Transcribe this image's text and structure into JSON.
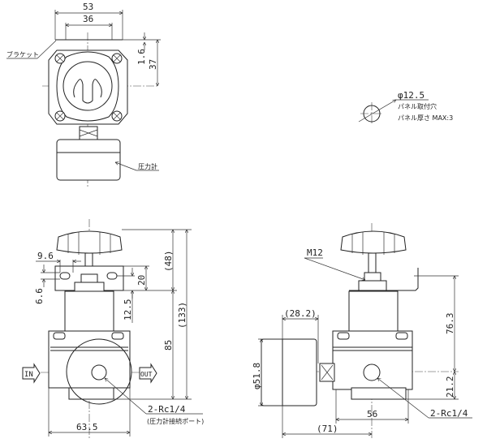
{
  "title": "Precision regulator dimensional drawing",
  "top_view": {
    "dim_width": "53",
    "dim_bracket_holes": "36",
    "dim_thickness": "1.6",
    "dim_center": "37",
    "label_bracket": "ブラケット",
    "label_gauge": "圧力計"
  },
  "panel_hole": {
    "diameter": "φ12.5",
    "label_hole": "パネル取付穴",
    "label_thickness": "パネル厚さ MAX:3"
  },
  "front_view": {
    "dim_slot_width": "9.6",
    "dim_slot_height": "6.6",
    "dim_bracket_height": "20",
    "dim_12_5": "12.5",
    "dim_48": "(48)",
    "dim_133": "(133)",
    "dim_85": "85",
    "dim_width": "63.5",
    "in_label": "IN",
    "out_label": "OUT",
    "port_label": "2-Rc1/4",
    "port_note": "(圧力計接続ポート)"
  },
  "side_view": {
    "thread_label": "M12",
    "dim_gauge_depth": "(28.2)",
    "dim_gauge_diameter": "φ51.8",
    "dim_76_3": "76.3",
    "dim_21_2": "21.2",
    "dim_width": "56",
    "dim_71": "(71)",
    "port_label": "2-Rc1/4"
  }
}
